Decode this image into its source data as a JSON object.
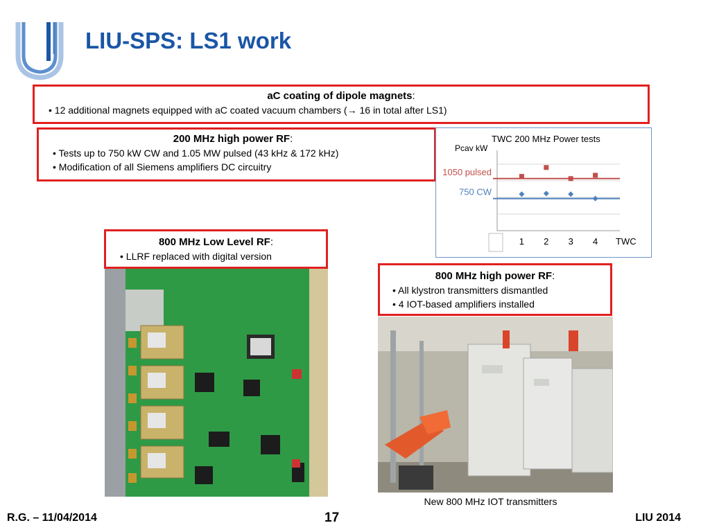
{
  "slide": {
    "title": "LIU-SPS: LS1 work"
  },
  "ac_box": {
    "heading": "aC coating of dipole magnets",
    "heading_suffix": ":",
    "bullets": [
      "• 12 additional magnets equipped with aC coated vacuum chambers (→ 16 in total after LS1)"
    ]
  },
  "rf200_box": {
    "heading": "200 MHz high power RF",
    "heading_suffix": ":",
    "bullets": [
      "• Tests up to 750 kW CW and 1.05 MW pulsed (43 kHz & 172 kHz)",
      "• Modification of all Siemens amplifiers DC circuitry"
    ]
  },
  "llrf_box": {
    "heading": "800 MHz Low Level RF",
    "heading_suffix": ":",
    "bullets": [
      "• LLRF replaced with digital version"
    ]
  },
  "rf800_box": {
    "heading": "800 MHz high power RF",
    "heading_suffix": ":",
    "bullets": [
      "• All klystron transmitters dismantled",
      "• 4 IOT-based amplifiers installed"
    ]
  },
  "chart_data": {
    "type": "scatter",
    "title": "TWC 200 MHz Power tests",
    "xlabel": "TWC",
    "ylabel": "Pcav kW",
    "categories": [
      "1",
      "2",
      "3",
      "4"
    ],
    "x": [
      1,
      2,
      3,
      4
    ],
    "xlim": [
      0,
      5
    ],
    "ylim": [
      550,
      1250
    ],
    "series": [
      {
        "values": [
          1040,
          1120,
          1020,
          1050
        ],
        "color": "#c0504d",
        "marker": "square"
      },
      {
        "values": [
          880,
          885,
          880,
          840
        ],
        "color": "#4f81bd",
        "marker": "diamond"
      }
    ],
    "reference_lines": [
      {
        "label": "1050 pulsed",
        "value": 1020,
        "color": "#c0504d"
      },
      {
        "label": "750 CW",
        "value": 840,
        "color": "#4f81bd"
      }
    ],
    "grid": true,
    "legend": "none"
  },
  "captions": {
    "iot_photo": "New 800 MHz IOT transmitters"
  },
  "footer": {
    "left": "R.G. – 11/04/2014",
    "page": "17",
    "right": "LIU 2014"
  }
}
